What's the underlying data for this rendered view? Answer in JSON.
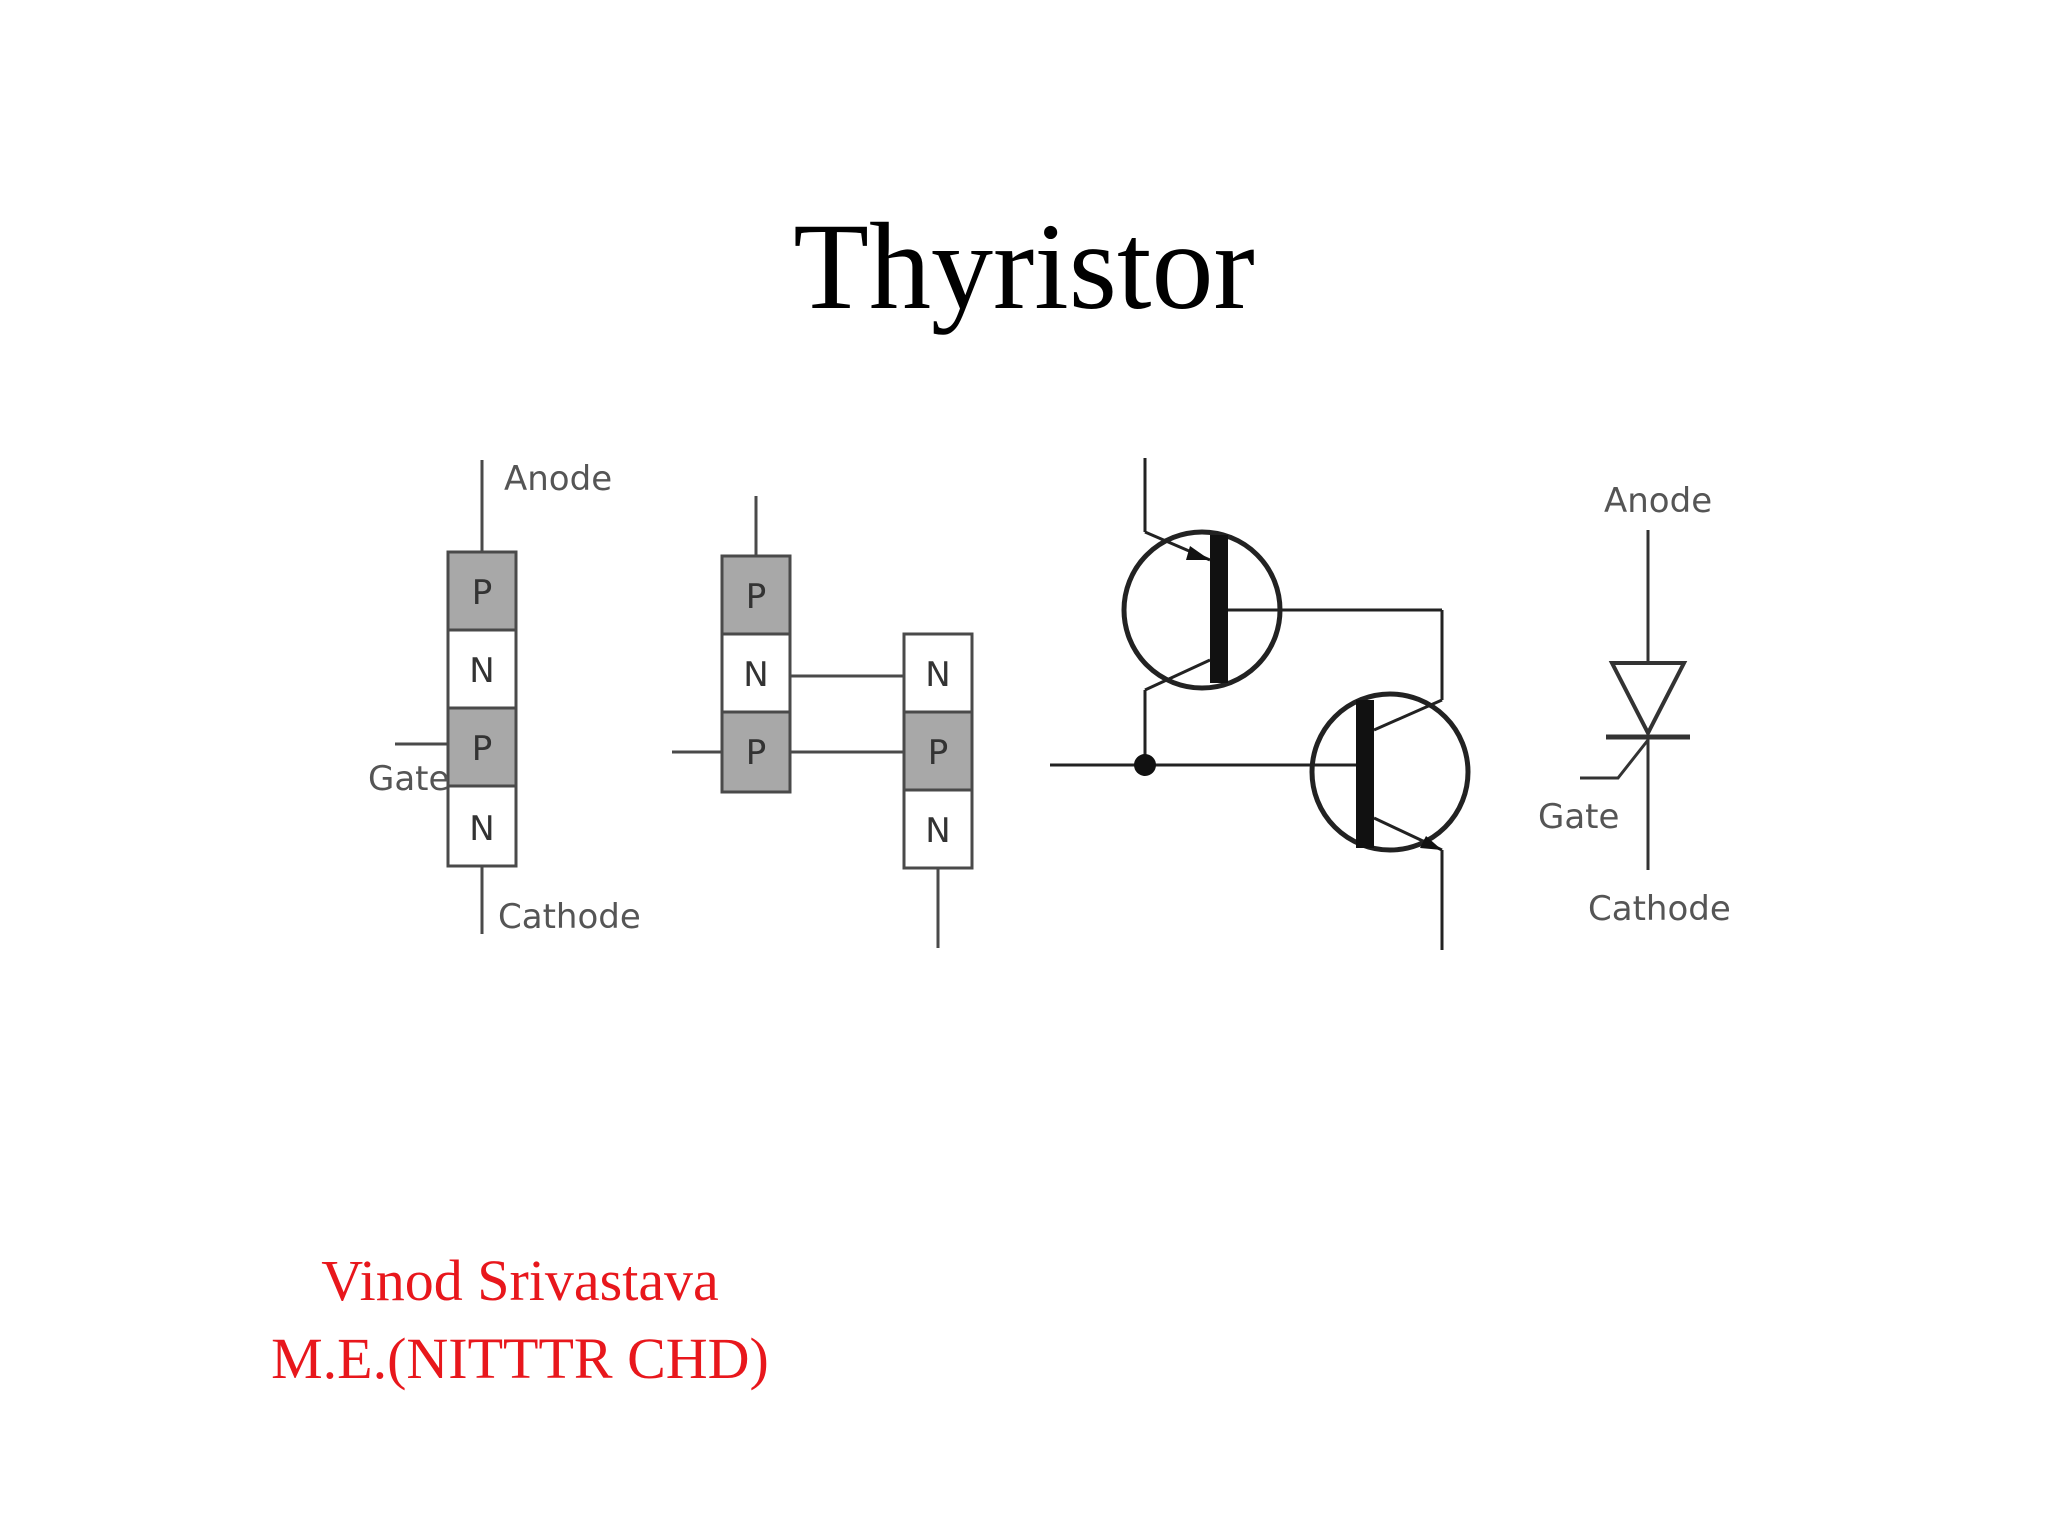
{
  "slide": {
    "title": "Thyristor",
    "author_name": "Vinod Srivastava",
    "author_credentials": "M.E.(NITTTR CHD)",
    "author_color": "#e8171c"
  },
  "diagram": {
    "layer_structure": {
      "anode_label": "Anode",
      "gate_label": "Gate",
      "cathode_label": "Cathode",
      "layers": [
        "P",
        "N",
        "P",
        "N"
      ]
    },
    "split_structure": {
      "left_layers": [
        "P",
        "N",
        "P"
      ],
      "right_layers": [
        "N",
        "P",
        "N"
      ]
    },
    "transistor_model": {
      "description_icons": [
        "pnp-transistor-icon",
        "npn-transistor-icon"
      ]
    },
    "symbol": {
      "anode_label": "Anode",
      "gate_label": "Gate",
      "cathode_label": "Cathode"
    },
    "colors": {
      "p_layer": "#a8a8a8",
      "n_layer": "#ffffff",
      "line": "#4a4a4a"
    }
  }
}
